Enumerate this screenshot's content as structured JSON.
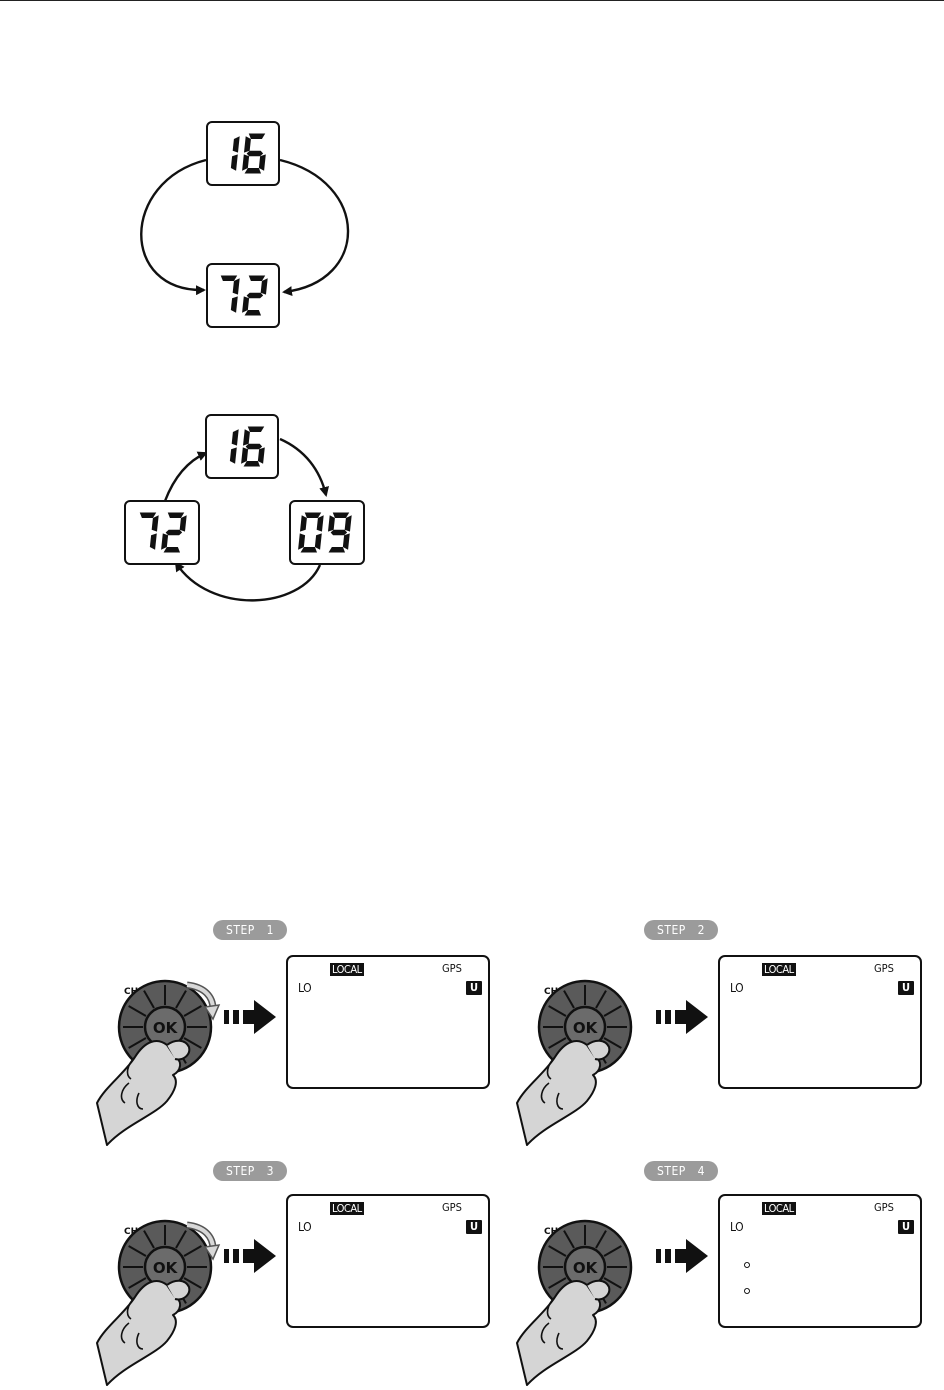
{
  "dual_watch": {
    "ch_top": "16",
    "ch_bottom": "72"
  },
  "tri_watch": {
    "ch_top": "16",
    "ch_left": "72",
    "ch_right": "09"
  },
  "steps": [
    {
      "pill": "STEP   1",
      "ch_label": "CH",
      "action": "rotate",
      "screen": {
        "local": "LOCAL",
        "gps": "GPS",
        "lo": "LO",
        "u": "U",
        "dots": 0
      }
    },
    {
      "pill": "STEP   2",
      "ch_label": "CH",
      "action": "press",
      "screen": {
        "local": "LOCAL",
        "gps": "GPS",
        "lo": "LO",
        "u": "U",
        "dots": 0
      }
    },
    {
      "pill": "STEP   3",
      "ch_label": "CH",
      "action": "rotate",
      "screen": {
        "local": "LOCAL",
        "gps": "GPS",
        "lo": "LO",
        "u": "U",
        "dots": 0
      }
    },
    {
      "pill": "STEP   4",
      "ch_label": "CH",
      "action": "press",
      "screen": {
        "local": "LOCAL",
        "gps": "GPS",
        "lo": "LO",
        "u": "U",
        "dots": 2
      }
    }
  ],
  "knob": {
    "label": "OK"
  },
  "icons": {
    "knob": "channel-knob-icon",
    "arrow": "dashed-right-arrow-icon",
    "hand": "hand-icon",
    "rotate": "rotate-arrow-icon"
  }
}
